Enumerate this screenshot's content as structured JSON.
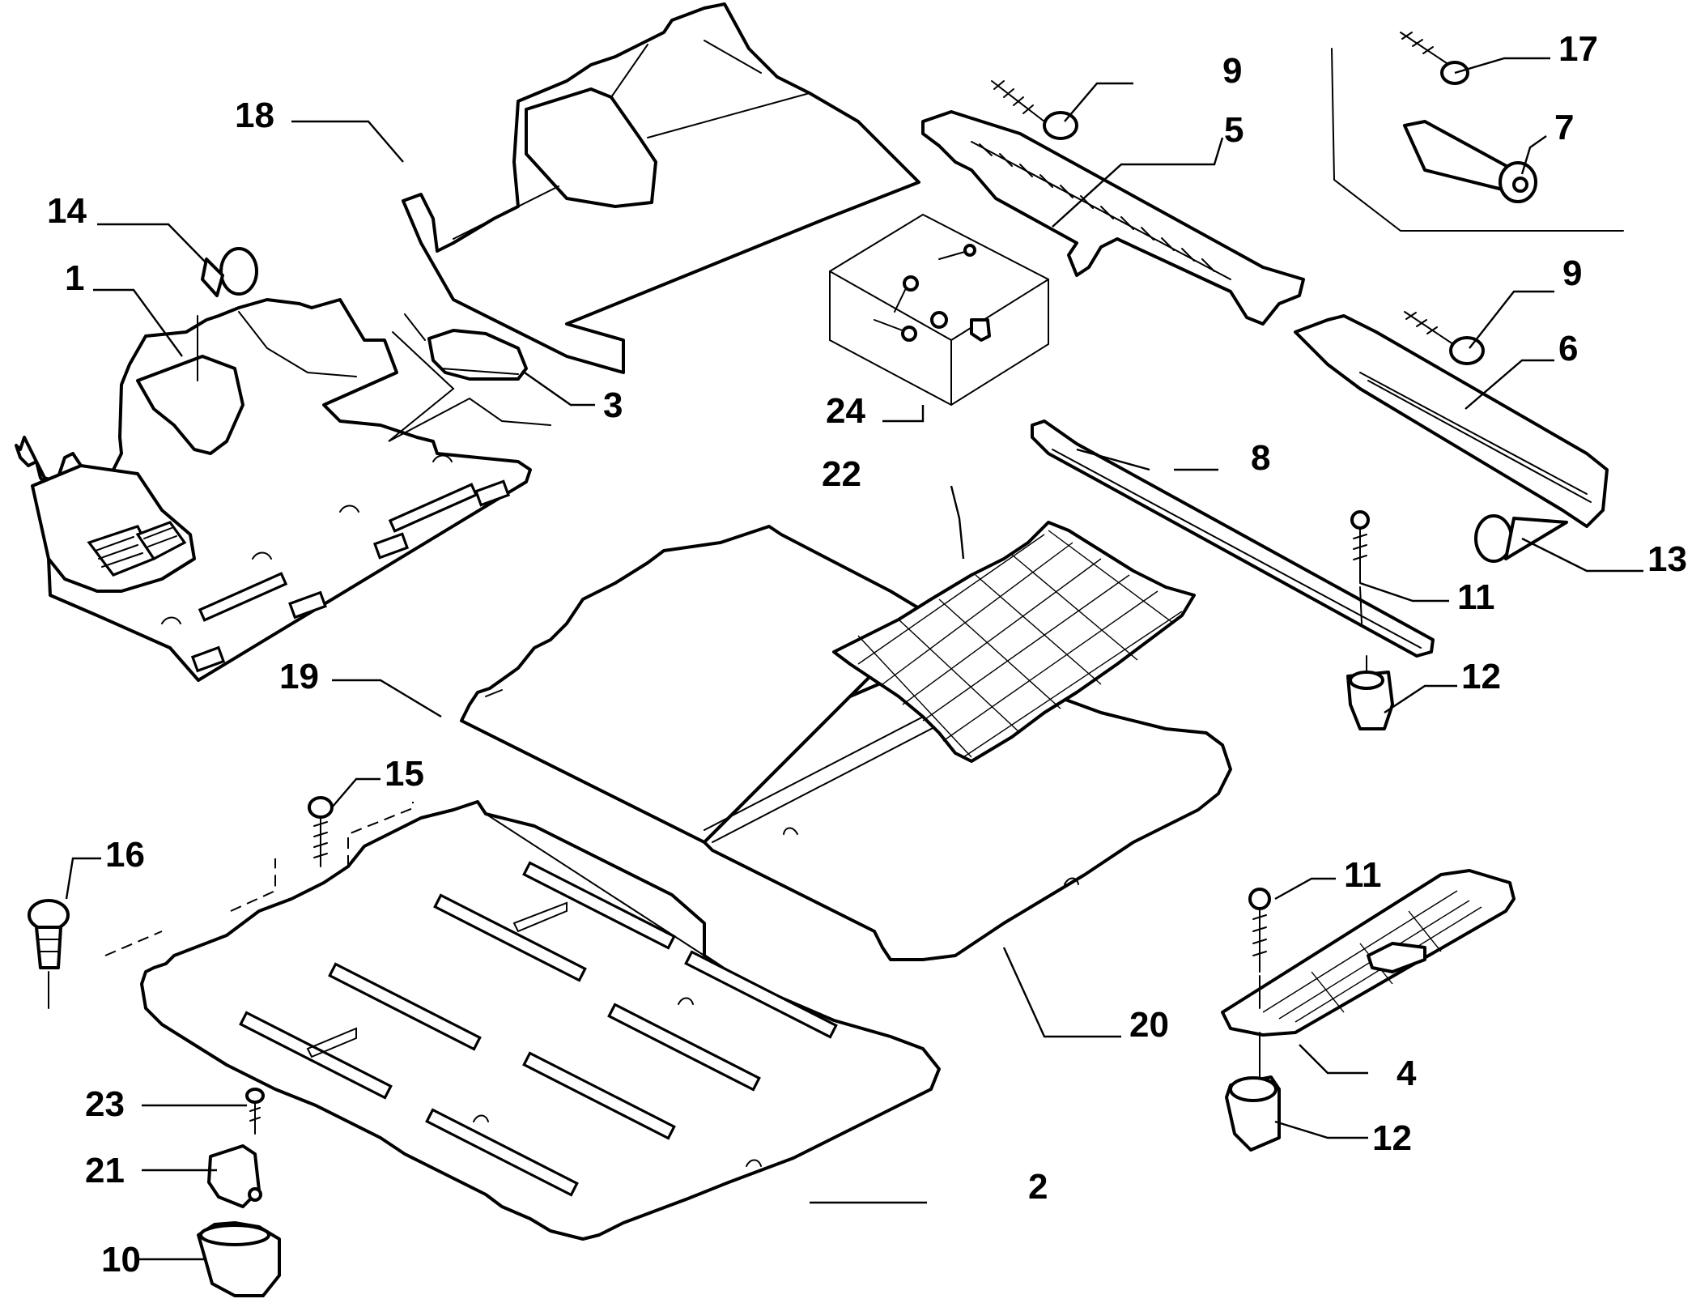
{
  "callouts": [
    {
      "id": "c1",
      "text": "1"
    },
    {
      "id": "c2",
      "text": "2"
    },
    {
      "id": "c3",
      "text": "3"
    },
    {
      "id": "c4",
      "text": "4"
    },
    {
      "id": "c5",
      "text": "5"
    },
    {
      "id": "c6",
      "text": "6"
    },
    {
      "id": "c7",
      "text": "7"
    },
    {
      "id": "c8",
      "text": "8"
    },
    {
      "id": "c9a",
      "text": "9"
    },
    {
      "id": "c9b",
      "text": "9"
    },
    {
      "id": "c10",
      "text": "10"
    },
    {
      "id": "c11a",
      "text": "11"
    },
    {
      "id": "c11b",
      "text": "11"
    },
    {
      "id": "c12a",
      "text": "12"
    },
    {
      "id": "c12b",
      "text": "12"
    },
    {
      "id": "c13",
      "text": "13"
    },
    {
      "id": "c14",
      "text": "14"
    },
    {
      "id": "c15",
      "text": "15"
    },
    {
      "id": "c16",
      "text": "16"
    },
    {
      "id": "c17",
      "text": "17"
    },
    {
      "id": "c18",
      "text": "18"
    },
    {
      "id": "c19",
      "text": "19"
    },
    {
      "id": "c20",
      "text": "20"
    },
    {
      "id": "c21",
      "text": "21"
    },
    {
      "id": "c22",
      "text": "22"
    },
    {
      "id": "c23",
      "text": "23"
    },
    {
      "id": "c24",
      "text": "24"
    }
  ]
}
